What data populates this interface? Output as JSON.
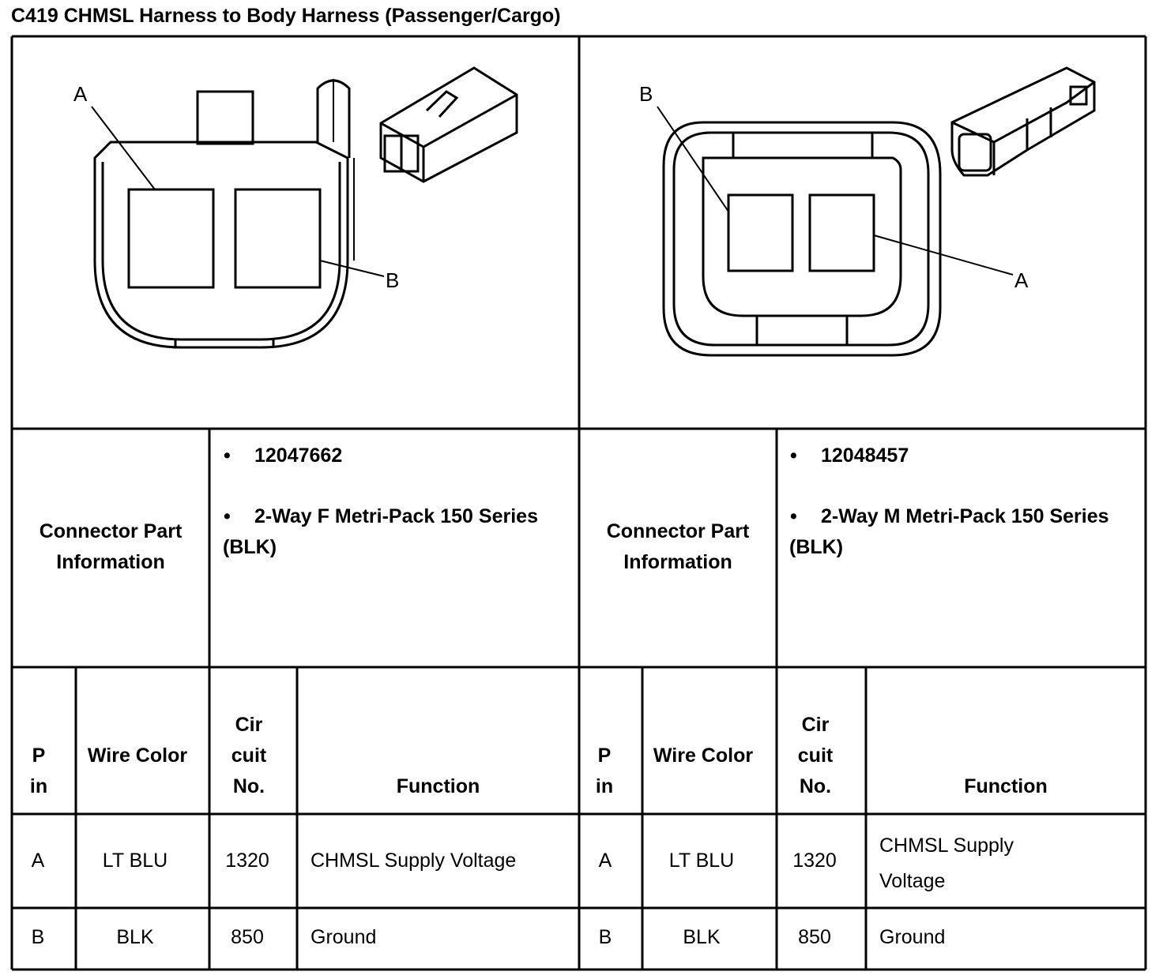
{
  "title": "C419 CHMSL Harness to Body Harness (Passenger/Cargo)",
  "left": {
    "callouts": {
      "a": "A",
      "b": "B"
    },
    "part_label": "Connector Part Information",
    "part_number": "12047662",
    "part_description": "2-Way F Metri-Pack 150 Series (BLK)",
    "headers": {
      "pin": "P in",
      "wire_color": "Wire Color",
      "circuit": "Cir cuit No.",
      "function": "Function"
    },
    "rows": [
      {
        "pin": "A",
        "color": "LT BLU",
        "circuit": "1320",
        "function": "CHMSL Supply Voltage"
      },
      {
        "pin": "B",
        "color": "BLK",
        "circuit": "850",
        "function": "Ground"
      }
    ]
  },
  "right": {
    "callouts": {
      "a": "A",
      "b": "B"
    },
    "part_label": "Connector Part Information",
    "part_number": "12048457",
    "part_description": "2-Way M Metri-Pack 150 Series (BLK)",
    "headers": {
      "pin": "P in",
      "wire_color": "Wire Color",
      "circuit": "Cir cuit No.",
      "function": "Function"
    },
    "rows": [
      {
        "pin": "A",
        "color": "LT BLU",
        "circuit": "1320",
        "function": "CHMSL Supply Voltage"
      },
      {
        "pin": "B",
        "color": "BLK",
        "circuit": "850",
        "function": "Ground"
      }
    ]
  }
}
